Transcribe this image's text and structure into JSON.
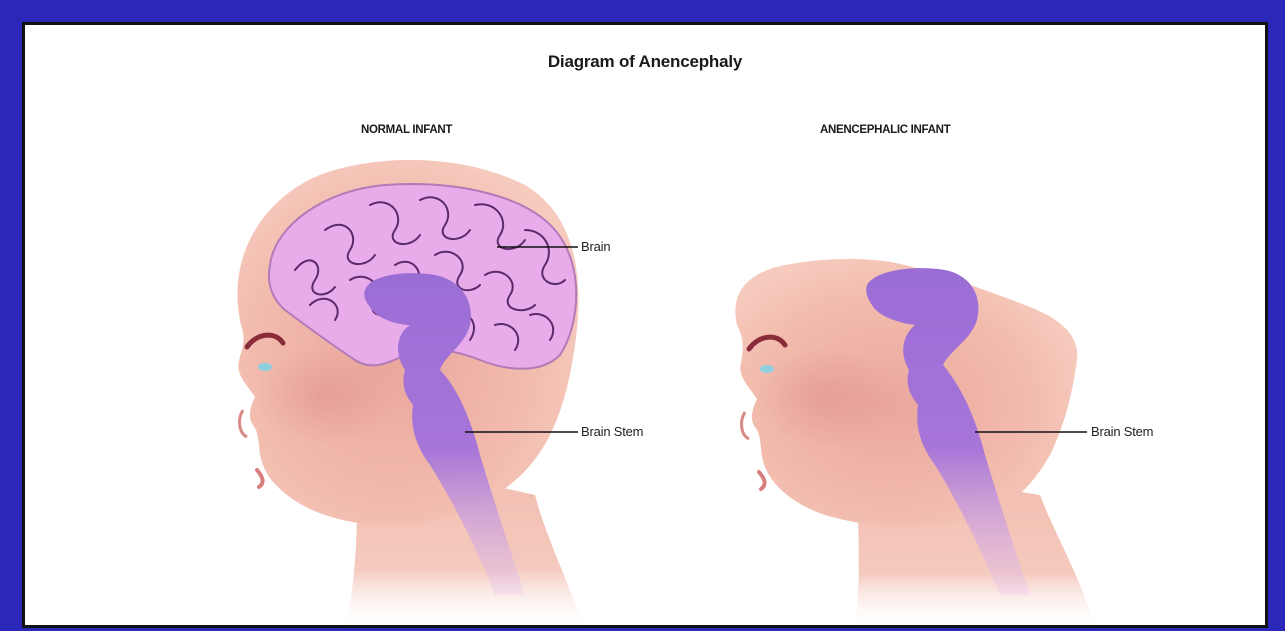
{
  "title": "Diagram of Anencephaly",
  "panels": {
    "left": {
      "heading": "NORMAL INFANT",
      "labels": {
        "brain": "Brain",
        "brain_stem": "Brain Stem"
      }
    },
    "right": {
      "heading": "ANENCEPHALIC INFANT",
      "labels": {
        "brain_stem": "Brain Stem"
      }
    }
  },
  "colors": {
    "background_border": "#2b27b8",
    "skin": "#f2b8a8",
    "brain": "#e7a6e6",
    "brain_folds": "#5a2a6a",
    "brain_stem": "#9b6fd6",
    "eyebrow": "#8a2b3a",
    "eye": "#8fd0e0"
  }
}
